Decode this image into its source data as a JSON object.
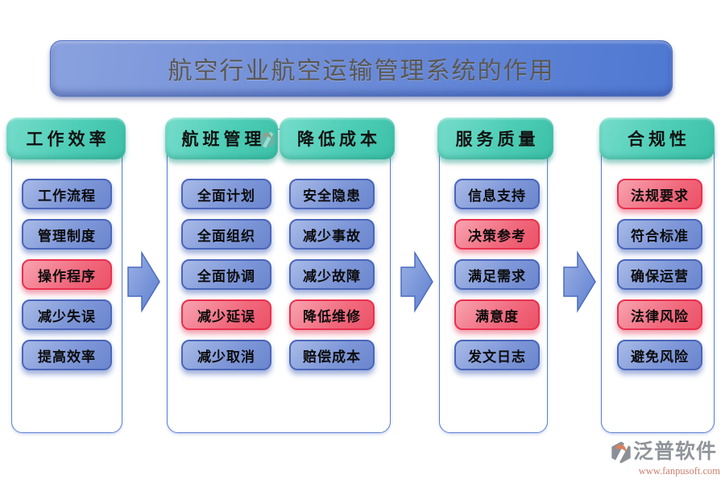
{
  "title": "航空行业航空运输管理系统的作用",
  "columns": [
    {
      "header": "工作效率",
      "items": [
        {
          "label": "工作流程",
          "variant": "blue"
        },
        {
          "label": "管理制度",
          "variant": "blue"
        },
        {
          "label": "操作程序",
          "variant": "red"
        },
        {
          "label": "减少失误",
          "variant": "blue"
        },
        {
          "label": "提高效率",
          "variant": "blue"
        }
      ]
    },
    {
      "header": "航班管理",
      "items": [
        {
          "label": "全面计划",
          "variant": "blue"
        },
        {
          "label": "全面组织",
          "variant": "blue"
        },
        {
          "label": "全面协调",
          "variant": "blue"
        },
        {
          "label": "减少延误",
          "variant": "red"
        },
        {
          "label": "减少取消",
          "variant": "blue"
        }
      ]
    },
    {
      "header": "降低成本",
      "items": [
        {
          "label": "安全隐患",
          "variant": "blue"
        },
        {
          "label": "减少事故",
          "variant": "blue"
        },
        {
          "label": "减少故障",
          "variant": "blue"
        },
        {
          "label": "降低维修",
          "variant": "red"
        },
        {
          "label": "赔偿成本",
          "variant": "blue"
        }
      ]
    },
    {
      "header": "服务质量",
      "items": [
        {
          "label": "信息支持",
          "variant": "blue"
        },
        {
          "label": "决策参考",
          "variant": "red"
        },
        {
          "label": "满足需求",
          "variant": "blue"
        },
        {
          "label": "满意度",
          "variant": "red"
        },
        {
          "label": "发文日志",
          "variant": "blue"
        }
      ]
    },
    {
      "header": "合规性",
      "items": [
        {
          "label": "法规要求",
          "variant": "red"
        },
        {
          "label": "符合标准",
          "variant": "blue"
        },
        {
          "label": "确保运营",
          "variant": "blue"
        },
        {
          "label": "法律风险",
          "variant": "red"
        },
        {
          "label": "避免风险",
          "variant": "blue"
        }
      ]
    }
  ],
  "branding": {
    "name": "泛普软件",
    "url": "www.fanpusoft.com"
  },
  "colors": {
    "banner_blue": "#5f82d4",
    "header_teal": "#4ecdb6",
    "button_blue": "#7e97d8",
    "button_red": "#f0687c",
    "panel_border": "#5b7fd1",
    "arrow_blue": "#7b97da",
    "brand_gray": "#90959b",
    "brand_url_salmon": "#cc7f6d"
  }
}
